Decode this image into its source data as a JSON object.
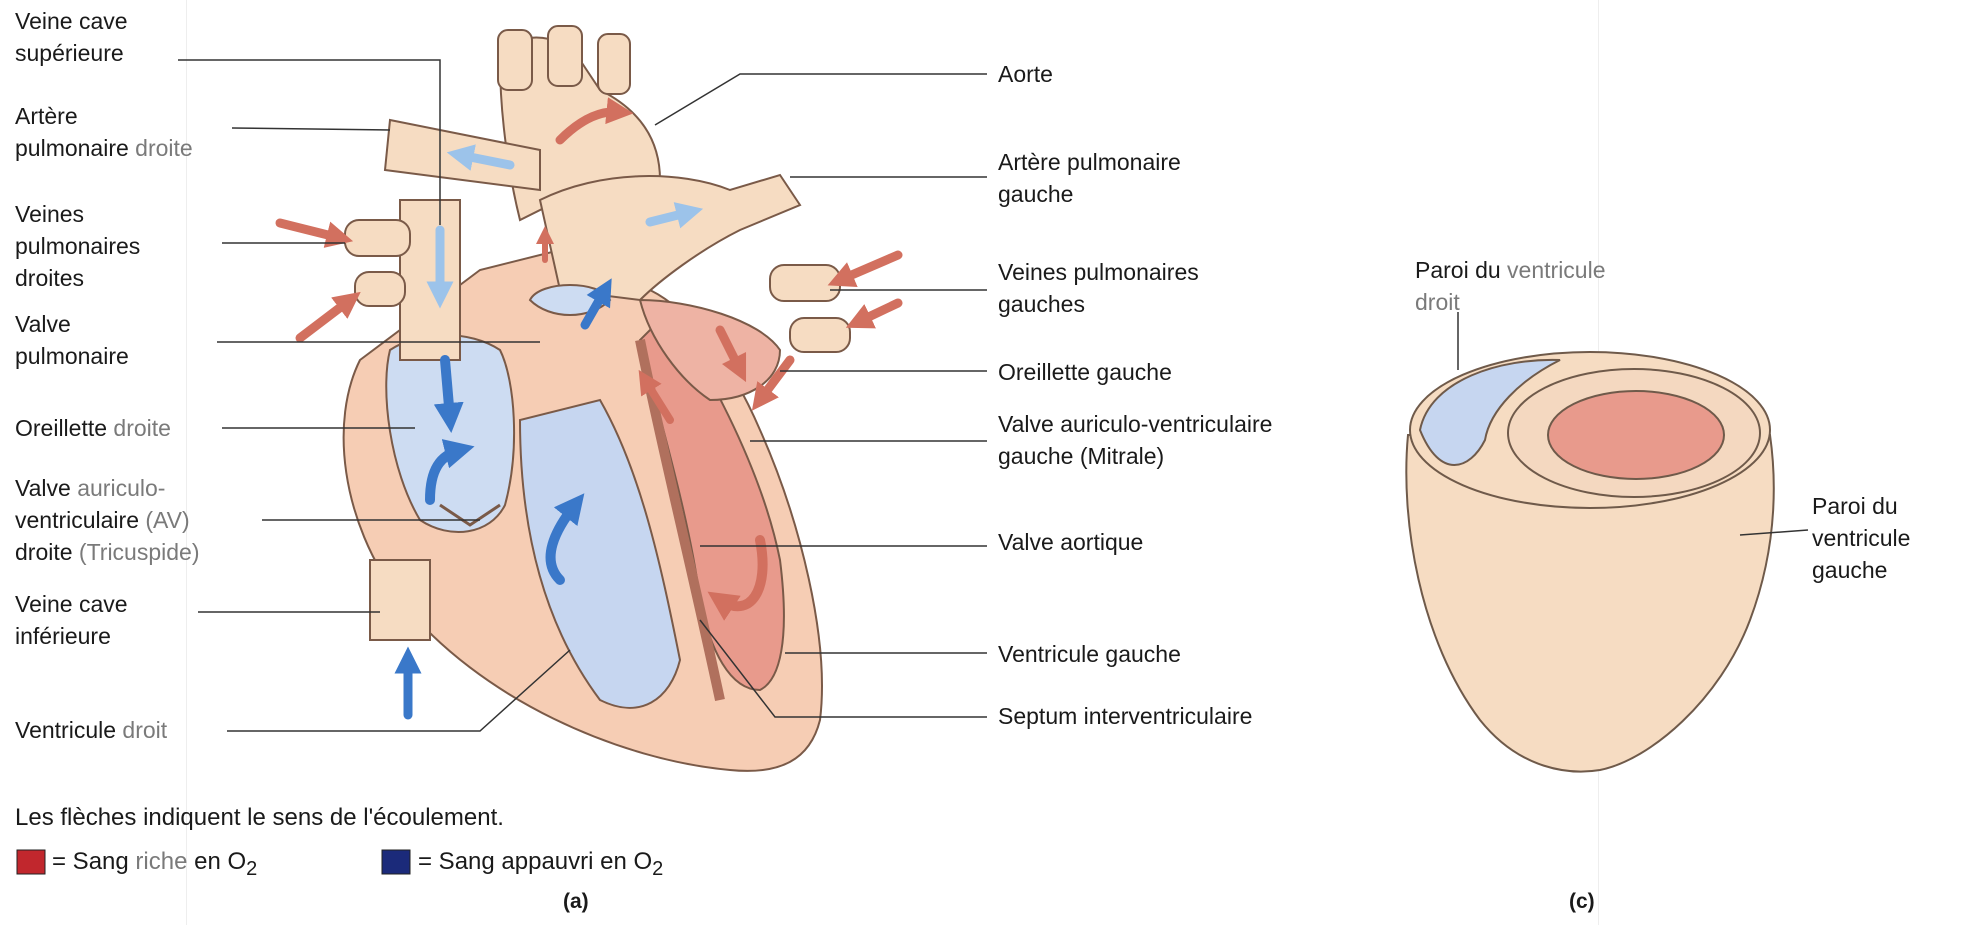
{
  "labels_left": [
    {
      "id": "vcs",
      "lines": [
        [
          {
            "t": "Veine cave",
            "g": false
          }
        ],
        [
          {
            "t": "supérieure",
            "g": false
          }
        ]
      ]
    },
    {
      "id": "apd",
      "lines": [
        [
          {
            "t": "Artère",
            "g": false
          }
        ],
        [
          {
            "t": "pulmonaire",
            "g": false
          },
          {
            "t": " droite",
            "g": true
          }
        ]
      ]
    },
    {
      "id": "vpd",
      "lines": [
        [
          {
            "t": "Veines",
            "g": false
          }
        ],
        [
          {
            "t": "pulmonaires",
            "g": false
          }
        ],
        [
          {
            "t": "droites",
            "g": false
          }
        ]
      ]
    },
    {
      "id": "vp",
      "lines": [
        [
          {
            "t": "Valve",
            "g": false
          }
        ],
        [
          {
            "t": "pulmonaire",
            "g": false
          }
        ]
      ]
    },
    {
      "id": "od",
      "lines": [
        [
          {
            "t": "Oreillette",
            "g": false
          },
          {
            "t": " droite",
            "g": true
          }
        ]
      ]
    },
    {
      "id": "vav",
      "lines": [
        [
          {
            "t": "Valve",
            "g": false
          },
          {
            "t": " auriculo-",
            "g": true
          }
        ],
        [
          {
            "t": "ventriculaire",
            "g": false
          },
          {
            "t": " (AV)",
            "g": true
          }
        ],
        [
          {
            "t": "droite",
            "g": false
          },
          {
            "t": " (Tricuspide)",
            "g": true
          }
        ]
      ]
    },
    {
      "id": "vci",
      "lines": [
        [
          {
            "t": "Veine cave",
            "g": false
          }
        ],
        [
          {
            "t": "inférieure",
            "g": false
          }
        ]
      ]
    },
    {
      "id": "vd",
      "lines": [
        [
          {
            "t": "Ventricule",
            "g": false
          },
          {
            "t": " droit",
            "g": true
          }
        ]
      ]
    }
  ],
  "labels_right": [
    {
      "id": "aorte",
      "lines": [
        "Aorte"
      ]
    },
    {
      "id": "apg",
      "lines": [
        "Artère pulmonaire",
        "gauche"
      ]
    },
    {
      "id": "vpg",
      "lines": [
        "Veines pulmonaires",
        "gauches"
      ]
    },
    {
      "id": "og",
      "lines": [
        "Oreillette gauche"
      ]
    },
    {
      "id": "vavg",
      "lines": [
        "Valve auriculo-ventriculaire",
        "gauche (Mitrale)"
      ]
    },
    {
      "id": "va",
      "lines": [
        "Valve aortique"
      ]
    },
    {
      "id": "vg",
      "lines": [
        "Ventricule gauche"
      ]
    },
    {
      "id": "siv",
      "lines": [
        "Septum interventriculaire"
      ]
    }
  ],
  "labels_c": {
    "paroi_vd": [
      [
        {
          "t": "Paroi du",
          "g": false
        },
        {
          "t": " ventricule",
          "g": true
        }
      ],
      [
        {
          "t": "droit",
          "g": true
        }
      ]
    ],
    "paroi_vg": [
      "Paroi du",
      "ventricule",
      "gauche"
    ]
  },
  "legend": {
    "caption_parts": [
      {
        "t": "Les flèches",
        "g": false
      },
      {
        "t": " indiquent",
        "g": true
      },
      {
        "t": " le sens de l'écoulement.",
        "g": false
      }
    ],
    "red_label_a": "= Sang",
    "red_label_b": " riche",
    "red_label_c": " en O",
    "red_sub": "2",
    "blue_label": "= Sang appauvri en O",
    "blue_sub": "2"
  },
  "figure_letters": {
    "a": "(a)",
    "c": "(c)"
  },
  "colors": {
    "oxygen_rich": "#c1272d",
    "oxygen_poor": "#1b2a7a",
    "arrow_red": "#d2705f",
    "arrow_blue": "#3a78c9",
    "arrow_light_blue": "#9cc3ea",
    "tissue": "#f6dcc2",
    "muscle_pink": "#eeb3a4",
    "chamber_blue": "#cddcf2"
  }
}
